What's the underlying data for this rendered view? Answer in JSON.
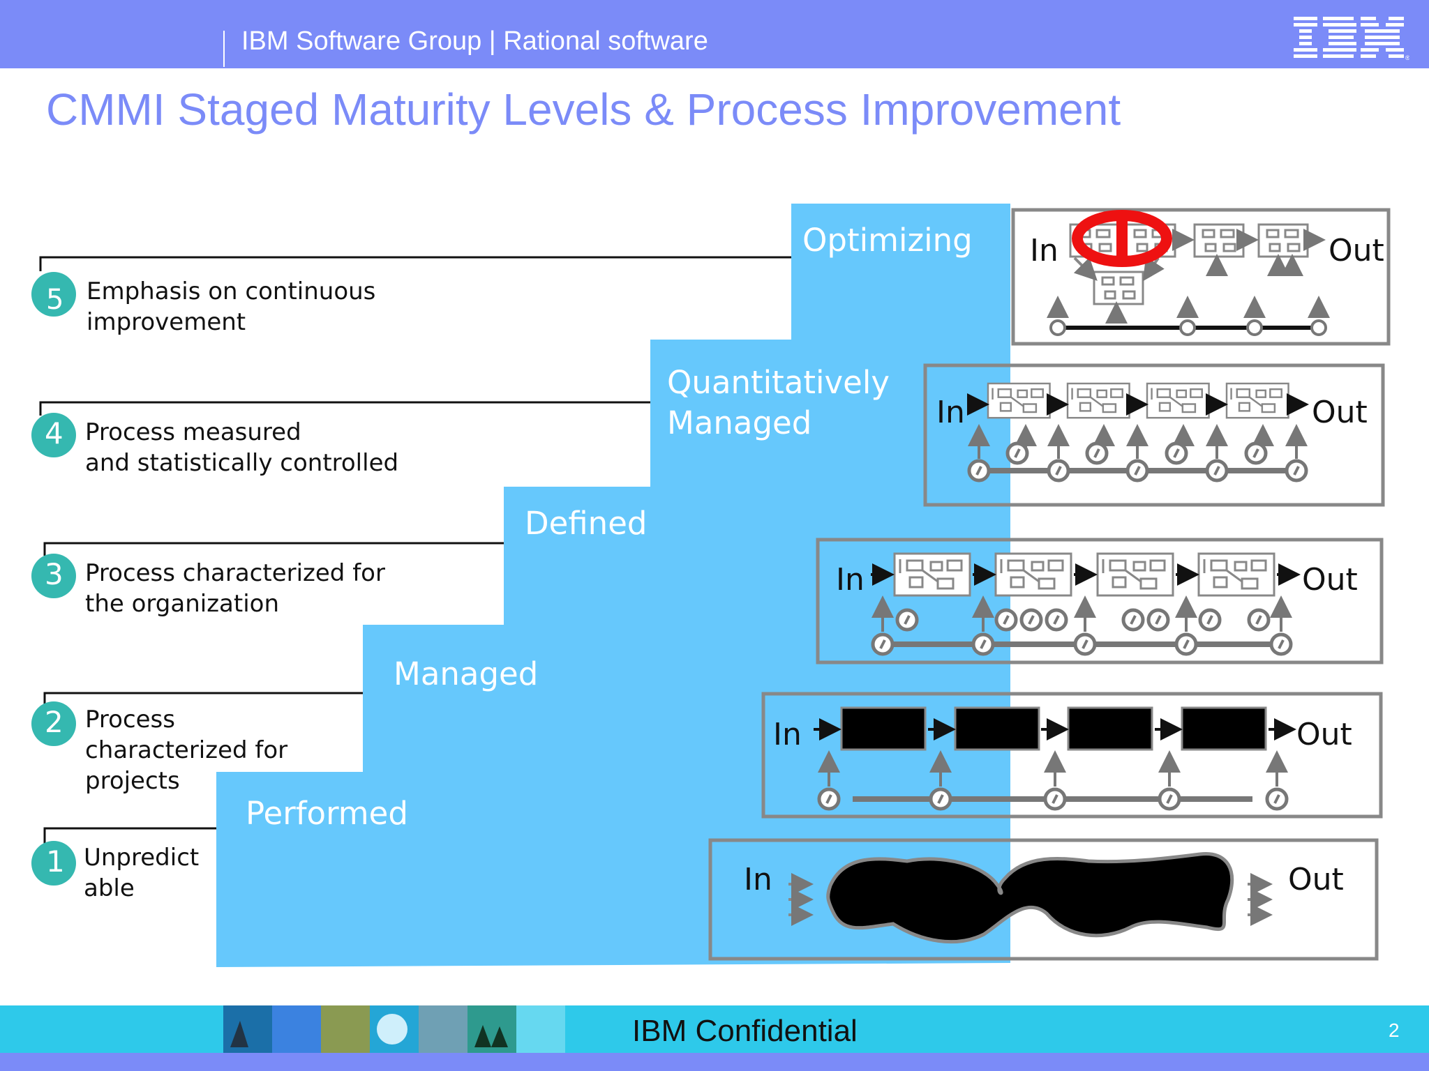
{
  "header": {
    "group": "IBM Software Group | Rational software",
    "logo_text": "IBM"
  },
  "title": "CMMI Staged Maturity Levels & Process Improvement",
  "levels": [
    {
      "number": "5",
      "line1": "Emphasis on continuous",
      "line2": "improvement",
      "line3": "",
      "stair": "Optimizing"
    },
    {
      "number": "4",
      "line1": "Process measured",
      "line2": "and statistically controlled",
      "line3": "",
      "stair": "Quantitatively Managed"
    },
    {
      "number": "3",
      "line1": "Process characterized for",
      "line2": "the organization",
      "line3": "",
      "stair": "Defined"
    },
    {
      "number": "2",
      "line1": "Process",
      "line2": "characterized for",
      "line3": "projects",
      "stair": "Managed"
    },
    {
      "number": "1",
      "line1": "Unpredict",
      "line2": "able",
      "line3": "",
      "stair": "Performed"
    }
  ],
  "io": {
    "in": "In",
    "out": "Out"
  },
  "footer": {
    "confidential": "IBM Confidential",
    "page": "2"
  },
  "colors": {
    "header": "#7b8bf8",
    "stairs": "#66c8fc",
    "badge": "#35b8b0",
    "footer": "#2ec9ea",
    "prohibit": "#ee1111"
  }
}
